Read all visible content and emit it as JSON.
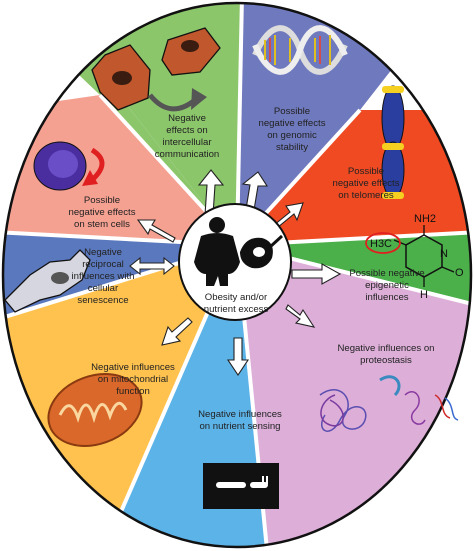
{
  "center": {
    "label_line1": "Obesity and/or",
    "label_line2": "nutrient excess"
  },
  "segments": [
    {
      "id": "intercellular",
      "color": "#8cc66b",
      "lines": [
        "Negative",
        "effects on",
        "intercellular",
        "communication"
      ]
    },
    {
      "id": "genomic",
      "color": "#6f79bd",
      "lines": [
        "Possible",
        "negative effects",
        "on genomic",
        "stability"
      ]
    },
    {
      "id": "telomeres",
      "color": "#f04a22",
      "lines": [
        "Possible",
        "negative effects",
        "on telomeres"
      ]
    },
    {
      "id": "epigenetic",
      "color": "#4bb04a",
      "lines": [
        "Possible negative",
        "epigenetic",
        "influences"
      ]
    },
    {
      "id": "proteostasis",
      "color": "#dcaed8",
      "lines": [
        "Negative influences on",
        "proteostasis"
      ]
    },
    {
      "id": "nutrient-sensing",
      "color": "#5cb3e8",
      "lines": [
        "Negative influences",
        "on nutrient sensing"
      ]
    },
    {
      "id": "mitochondrial",
      "color": "#ffc24f",
      "lines": [
        "Negative influences",
        "on mitochondrial",
        "function"
      ]
    },
    {
      "id": "senescence",
      "color": "#5a78bd",
      "lines": [
        "Negative",
        "reciprocal",
        "influences with",
        "cellular",
        "senescence"
      ]
    },
    {
      "id": "stem-cells",
      "color": "#f5a192",
      "lines": [
        "Possible",
        "negative effects",
        "on stem cells"
      ]
    }
  ],
  "molecule": {
    "nh2": "NH2",
    "n": "N",
    "o": "O",
    "h": "H",
    "ch3": "H3C"
  },
  "colors": {
    "outline": "#1a1a1a",
    "arrow_fill": "#ffffff",
    "background": "#ffffff"
  }
}
